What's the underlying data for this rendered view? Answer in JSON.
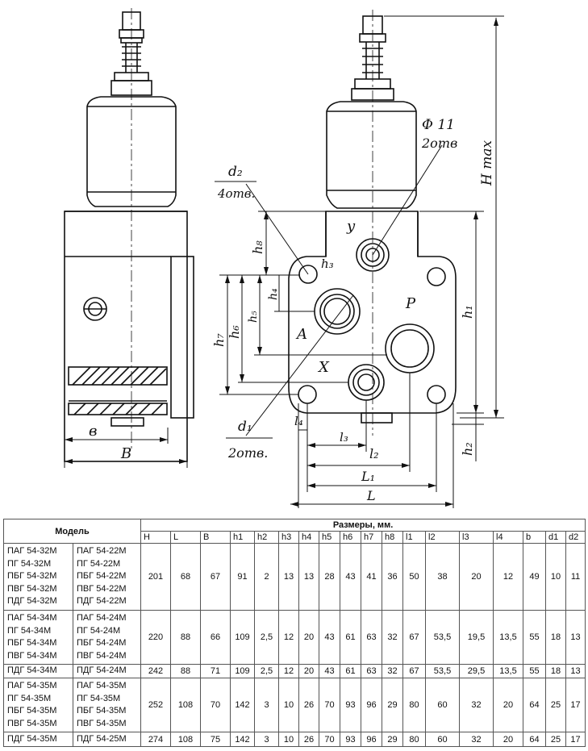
{
  "drawing": {
    "labels": {
      "d2": "d₂",
      "d2_holes": "4отв.",
      "d1": "d₁",
      "d1_holes": "2отв.",
      "phi": "Φ 11",
      "phi_holes": "2отв",
      "hmax": "H max",
      "port_y": "y",
      "port_a": "A",
      "port_p": "P",
      "port_x": "X",
      "h1": "h₁",
      "h2": "h₂",
      "h3": "h₃",
      "h4": "h₄",
      "h5": "h₅",
      "h6": "h₆",
      "h7": "h₇",
      "h8": "h₈",
      "l1": "L₁",
      "l2": "l₂",
      "l3": "l₃",
      "l4": "l₄",
      "L": "L",
      "b": "в",
      "B": "B"
    }
  },
  "table": {
    "model_header": "Модель",
    "sizes_header": "Размеры,  мм.",
    "columns": [
      "H",
      "L",
      "B",
      "h1",
      "h2",
      "h3",
      "h4",
      "h5",
      "h6",
      "h7",
      "h8",
      "l1",
      "l2",
      "l3",
      "l4",
      "b",
      "d1",
      "d2"
    ],
    "rows": [
      {
        "models_a": [
          "ПАГ 54-32М",
          "ПГ 54-32М",
          "ПБГ 54-32М",
          "ПВГ 54-32М",
          "ПДГ 54-32М"
        ],
        "models_b": [
          "ПАГ 54-22М",
          "ПГ 54-22М",
          "ПБГ 54-22М",
          "ПВГ 54-22М",
          "ПДГ 54-22М"
        ],
        "values": [
          "201",
          "68",
          "67",
          "91",
          "2",
          "13",
          "13",
          "28",
          "43",
          "41",
          "36",
          "50",
          "38",
          "20",
          "12",
          "49",
          "10",
          "11"
        ]
      },
      {
        "models_a": [
          "ПАГ 54-34М",
          "ПГ 54-34М",
          "ПБГ 54-34М",
          "ПВГ 54-34М"
        ],
        "models_b": [
          "ПАГ 54-24М",
          "ПГ 54-24М",
          "ПБГ 54-24М",
          "ПВГ 54-24М"
        ],
        "values": [
          "220",
          "88",
          "66",
          "109",
          "2,5",
          "12",
          "20",
          "43",
          "61",
          "63",
          "32",
          "67",
          "53,5",
          "19,5",
          "13,5",
          "55",
          "18",
          "13"
        ]
      },
      {
        "models_a": [
          "ПДГ 54-34М"
        ],
        "models_b": [
          "ПДГ 54-24М"
        ],
        "values": [
          "242",
          "88",
          "71",
          "109",
          "2,5",
          "12",
          "20",
          "43",
          "61",
          "63",
          "32",
          "67",
          "53,5",
          "29,5",
          "13,5",
          "55",
          "18",
          "13"
        ]
      },
      {
        "models_a": [
          "ПАГ 54-35М",
          "ПГ 54-35М",
          "ПБГ 54-35М",
          "ПВГ 54-35М"
        ],
        "models_b": [
          "ПАГ 54-35М",
          "ПГ 54-35М",
          "ПБГ 54-35М",
          "ПВГ 54-35М"
        ],
        "values": [
          "252",
          "108",
          "70",
          "142",
          "3",
          "10",
          "26",
          "70",
          "93",
          "96",
          "29",
          "80",
          "60",
          "32",
          "20",
          "64",
          "25",
          "17"
        ]
      },
      {
        "models_a": [
          "ПДГ 54-35М"
        ],
        "models_b": [
          "ПДГ 54-25М"
        ],
        "values": [
          "274",
          "108",
          "75",
          "142",
          "3",
          "10",
          "26",
          "70",
          "93",
          "96",
          "29",
          "80",
          "60",
          "32",
          "20",
          "64",
          "25",
          "17"
        ]
      }
    ]
  }
}
